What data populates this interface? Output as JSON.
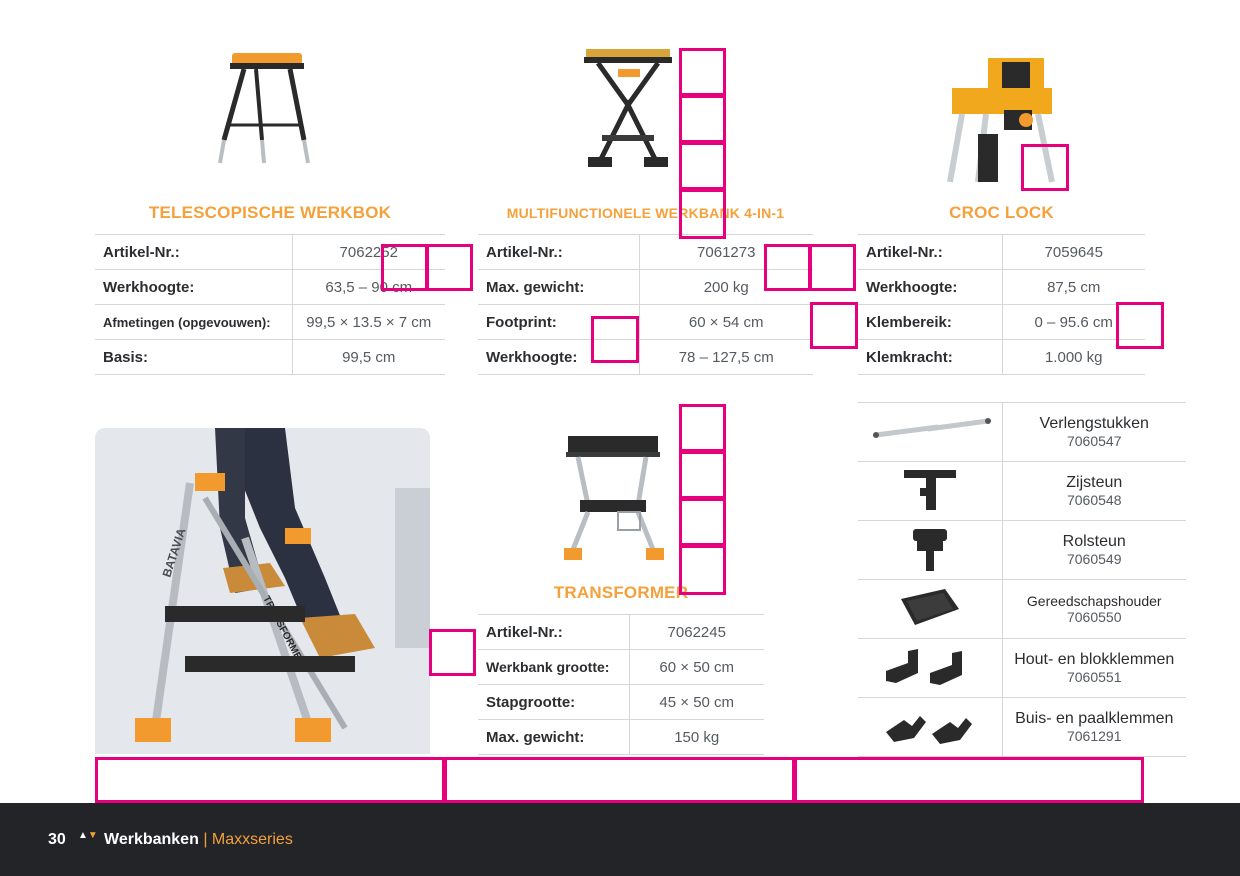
{
  "products": [
    {
      "title": "TELESCOPISCHE WERKBOK",
      "specs": [
        {
          "label": "Artikel-Nr.:",
          "value": "7062252"
        },
        {
          "label": "Werkhoogte:",
          "value": "63,5 – 90 cm"
        },
        {
          "label": "Afmetingen (opgevouwen):",
          "value": "99,5 × 13.5 × 7 cm"
        },
        {
          "label": "Basis:",
          "value": "99,5 cm"
        }
      ]
    },
    {
      "title": "MULTIFUNCTIONELE WERKBANK 4-IN-1",
      "specs": [
        {
          "label": "Artikel-Nr.:",
          "value": "7061273"
        },
        {
          "label": "Max. gewicht:",
          "value": "200 kg"
        },
        {
          "label": "Footprint:",
          "value": "60 × 54 cm"
        },
        {
          "label": "Werkhoogte:",
          "value": "78 – 127,5 cm"
        }
      ]
    },
    {
      "title": "CROC LOCK",
      "specs": [
        {
          "label": "Artikel-Nr.:",
          "value": "7059645"
        },
        {
          "label": "Werkhoogte:",
          "value": "87,5 cm"
        },
        {
          "label": "Klembereik:",
          "value": "0 – 95.6 cm"
        },
        {
          "label": "Klemkracht:",
          "value": "1.000 kg"
        }
      ]
    },
    {
      "title": "TRANSFORMER",
      "specs": [
        {
          "label": "Artikel-Nr.:",
          "value": "7062245"
        },
        {
          "label": "Werkbank grootte:",
          "value": "60 × 50 cm"
        },
        {
          "label": "Stapgrootte:",
          "value": "45 × 50 cm"
        },
        {
          "label": "Max. gewicht:",
          "value": "150 kg"
        }
      ]
    }
  ],
  "accessories": [
    {
      "name": "Verlengstukken",
      "number": "7060547",
      "icon": "extension-bars-icon"
    },
    {
      "name": "Zijsteun",
      "number": "7060548",
      "icon": "side-support-icon"
    },
    {
      "name": "Rolsteun",
      "number": "7060549",
      "icon": "roller-support-icon"
    },
    {
      "name": "Gereedschapshouder",
      "number": "7060550",
      "icon": "tool-tray-icon"
    },
    {
      "name": "Hout- en blokklemmen",
      "number": "7060551",
      "icon": "wood-clamps-icon"
    },
    {
      "name": "Buis- en paalklemmen",
      "number": "7061291",
      "icon": "pipe-clamps-icon"
    }
  ],
  "footer": {
    "page_number": "30",
    "section": "Werkbanken",
    "separator": "|",
    "series": "Maxxseries"
  },
  "photo": {
    "brand_text": "BATAVIA",
    "product_text": "TRANSFORMER"
  },
  "colors": {
    "accent": "#f5a13b",
    "highlight": "#e6007e",
    "footer_bg": "#222428"
  }
}
